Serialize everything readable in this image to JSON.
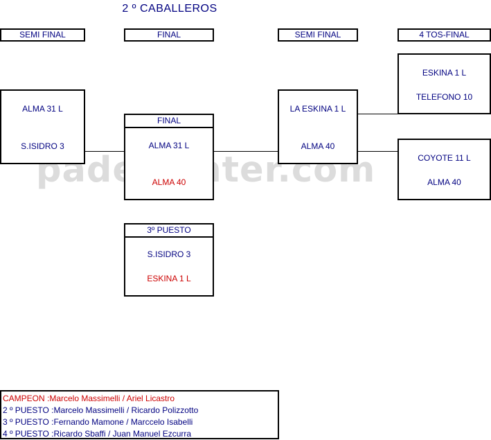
{
  "title": "2 º CABALLEROS",
  "watermark": "padelcenter.com",
  "headers": {
    "semi_left": "SEMI FINAL",
    "final": "FINAL",
    "semi_right": "SEMI FINAL",
    "quarter": "4 TOS-FINAL"
  },
  "semi_left_match": {
    "team1": "ALMA 31 L",
    "team2": "S.ISIDRO 3"
  },
  "final_match": {
    "label": "FINAL",
    "team1": "ALMA 31 L",
    "team2": "ALMA 40"
  },
  "third_place_match": {
    "label": "3º PUESTO",
    "team1": "S.ISIDRO 3",
    "team2": "ESKINA 1  L"
  },
  "semi_right_match": {
    "team1": "LA ESKINA 1 L",
    "team2": "ALMA 40"
  },
  "quarter_matches": [
    {
      "team1": "ESKINA 1  L",
      "team2": "TELEFONO 10"
    },
    {
      "team1": "COYOTE 11  L",
      "team2": "ALMA 40"
    }
  ],
  "results": [
    "CAMPEON  :Marcelo Massimelli / Ariel Licastro",
    "2 º PUESTO :Marcelo Massimelli / Ricardo Polizzotto",
    "3 º PUESTO :Fernando Mamone / Marccelo Isabelli",
    "4 º PUESTO :Ricardo Sbaffi / Juan Manuel Ezcurra"
  ],
  "colors": {
    "text": "#000080",
    "winner": "#cc0000",
    "border": "#000000",
    "watermark": "#dcdcdc"
  }
}
